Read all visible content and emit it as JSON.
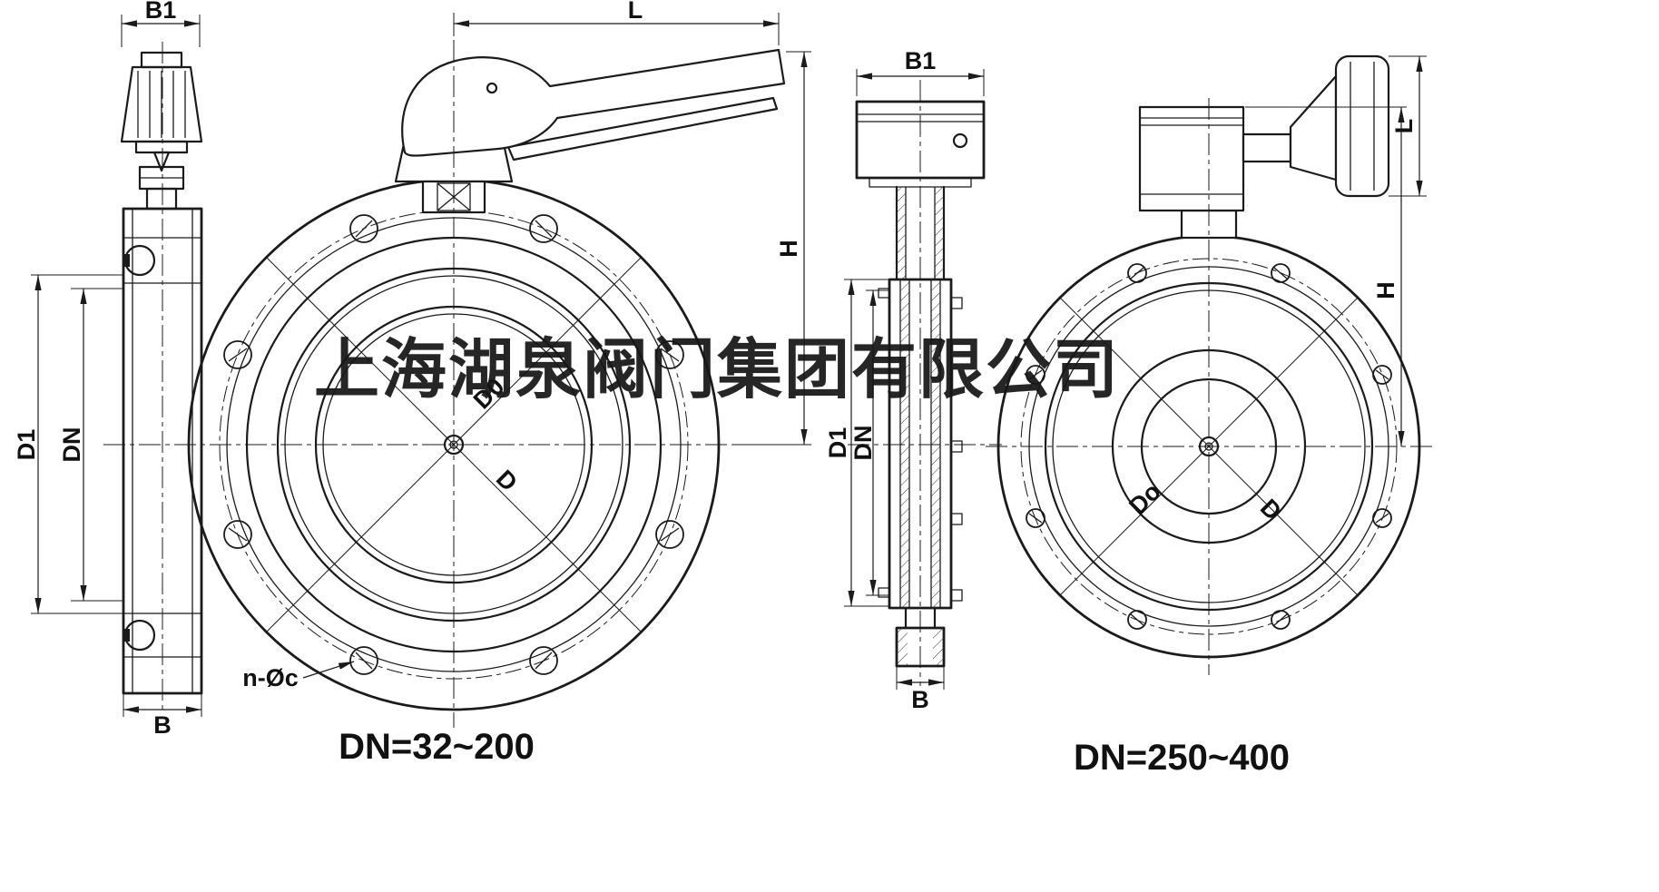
{
  "watermark": "上海湖泉阀门集团有限公司",
  "drawing": {
    "small_valve": {
      "caption": "DN=32~200",
      "labels": {
        "b1": "B1",
        "l": "L",
        "h": "H",
        "d1": "D1",
        "dn": "DN",
        "b": "B",
        "d0": "D0",
        "d": "D",
        "bolt_note": "n-Øc"
      }
    },
    "large_valve": {
      "caption": "DN=250~400",
      "labels": {
        "b1": "B1",
        "l": "L",
        "h": "H",
        "d1": "D1",
        "dn": "DN",
        "b": "B",
        "d0": "Do",
        "d": "D"
      }
    }
  }
}
